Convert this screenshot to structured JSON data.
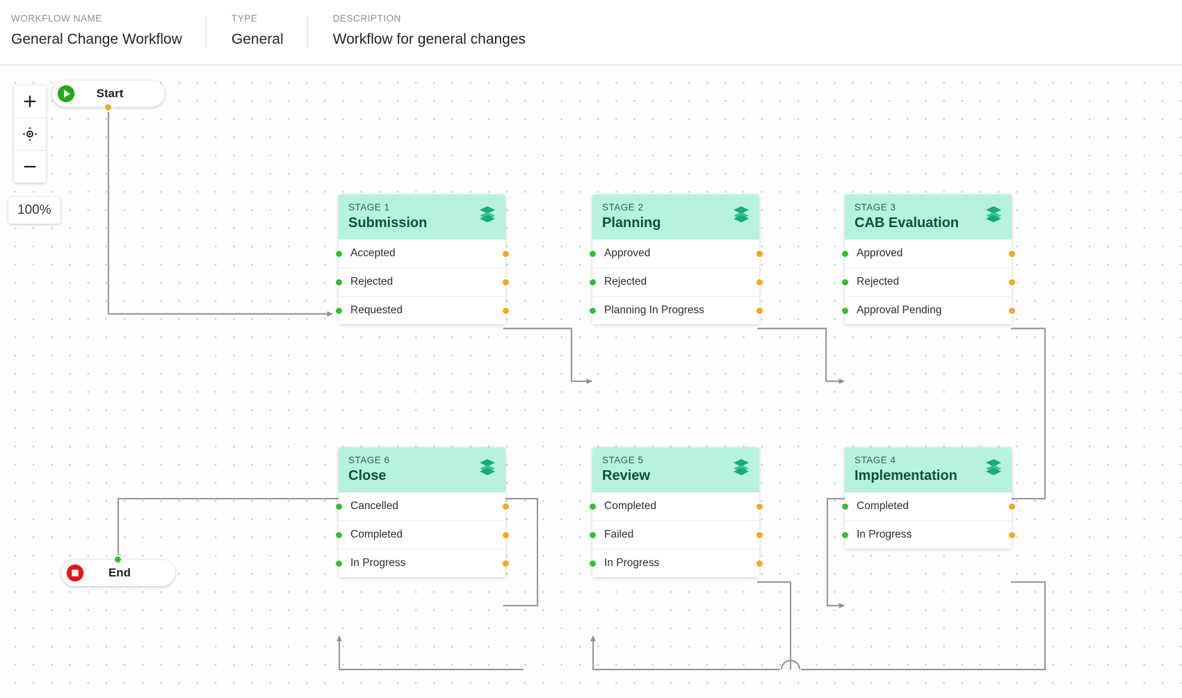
{
  "header": {
    "fields": [
      {
        "label": "WORKFLOW NAME",
        "value": "General Change Workflow"
      },
      {
        "label": "TYPE",
        "value": "General"
      },
      {
        "label": "DESCRIPTION",
        "value": "Workflow for general changes"
      }
    ]
  },
  "canvas": {
    "zoom_level": "100%",
    "controls": [
      {
        "name": "zoom-in-button",
        "icon": "plus-icon"
      },
      {
        "name": "fit-view-button",
        "icon": "crosshair-icon"
      },
      {
        "name": "zoom-out-button",
        "icon": "minus-icon"
      }
    ],
    "colors": {
      "stage_header": "#b6f2de",
      "stage_title": "#0f4f3c",
      "output_port": "#f5a623",
      "input_port": "#30c030",
      "edge": "#9a9a9e",
      "start_icon": "#26a81e",
      "end_icon": "#e8151a"
    }
  },
  "nodes": {
    "start": {
      "label": "Start",
      "icon": "play-circle-icon"
    },
    "end": {
      "label": "End",
      "icon": "stop-circle-icon"
    },
    "stages": [
      {
        "number": "STAGE 1",
        "title": "Submission",
        "icon": "layers-icon",
        "ports": [
          "Accepted",
          "Rejected",
          "Requested"
        ]
      },
      {
        "number": "STAGE 2",
        "title": "Planning",
        "icon": "layers-icon",
        "ports": [
          "Approved",
          "Rejected",
          "Planning In Progress"
        ]
      },
      {
        "number": "STAGE 3",
        "title": "CAB Evaluation",
        "icon": "layers-icon",
        "ports": [
          "Approved",
          "Rejected",
          "Approval Pending"
        ]
      },
      {
        "number": "STAGE 6",
        "title": "Close",
        "icon": "layers-icon",
        "ports": [
          "Cancelled",
          "Completed",
          "In Progress"
        ]
      },
      {
        "number": "STAGE 5",
        "title": "Review",
        "icon": "layers-icon",
        "ports": [
          "Completed",
          "Failed",
          "In Progress"
        ]
      },
      {
        "number": "STAGE 4",
        "title": "Implementation",
        "icon": "layers-icon",
        "ports": [
          "Completed",
          "In Progress"
        ]
      }
    ]
  }
}
